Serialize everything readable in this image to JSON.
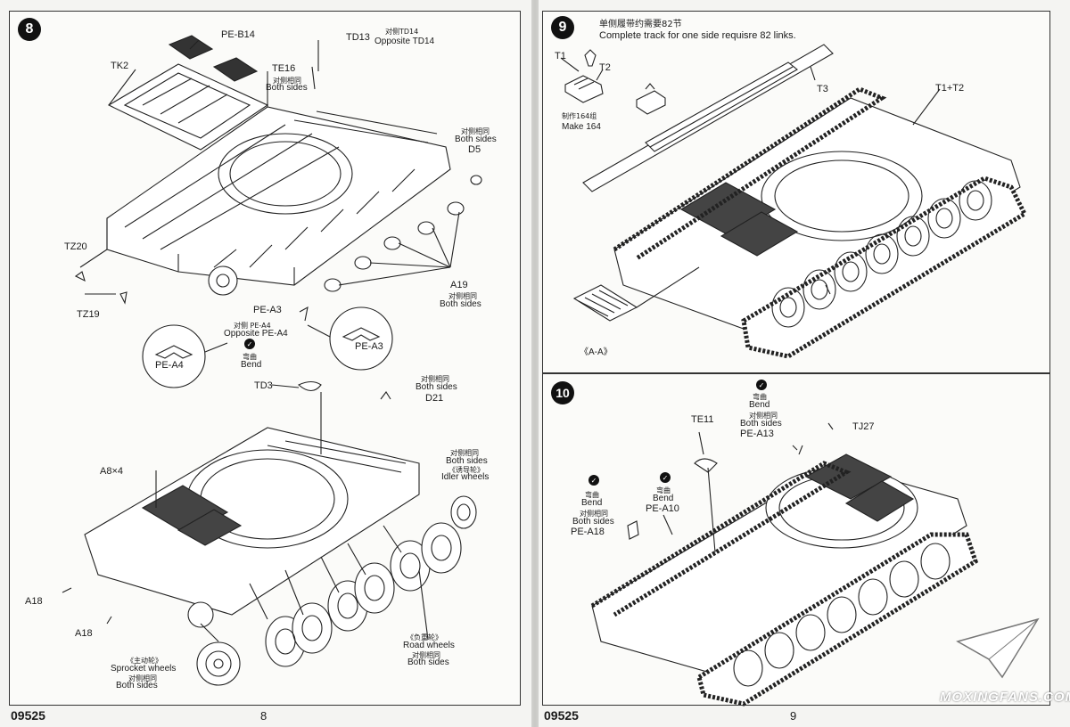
{
  "pages": {
    "left": {
      "code": "09525",
      "number": "8"
    },
    "right": {
      "code": "09525",
      "number": "9"
    }
  },
  "step8": {
    "number": "8",
    "labels": {
      "pe_b14": "PE-B14",
      "tk2": "TK2",
      "td13": "TD13",
      "td14_cn": "对侧TD14",
      "td14": "Opposite TD14",
      "te16": "TE16",
      "te16_cn": "对侧相同",
      "te16_both": "Both sides",
      "d5_cn": "对侧相同",
      "d5_both": "Both sides",
      "d5": "D5",
      "tz20": "TZ20",
      "tz19": "TZ19",
      "a19": "A19",
      "a19_cn": "对侧相同",
      "a19_both": "Both sides",
      "pe_a3": "PE-A3",
      "pe_a4_cn": "对侧 PE-A4",
      "pe_a4_opp": "Opposite PE-A4",
      "bend_cn": "弯曲",
      "bend": "Bend",
      "pe_a4": "PE-A4",
      "pe_a3_b": "PE-A3",
      "td3": "TD3",
      "d21_cn": "对侧相同",
      "d21_both": "Both sides",
      "d21": "D21",
      "a8x4": "A8×4",
      "idler_cn1": "对侧相同",
      "idler_both": "Both sides",
      "idler_cn2": "《诱导轮》",
      "idler": "Idler wheels",
      "a18_1": "A18",
      "a18_2": "A18",
      "sprocket_cn": "《主动轮》",
      "sprocket": "Sprocket wheels",
      "sprocket_cn2": "对侧相同",
      "sprocket_both": "Both sides",
      "road_cn": "《负重轮》",
      "road": "Road  wheels",
      "road_cn2": "对侧相同",
      "road_both": "Both sides"
    }
  },
  "step9": {
    "number": "9",
    "title_cn": "单侧履带约需要82节",
    "title": "Complete track for one side requisre 82 links.",
    "labels": {
      "t1": "T1",
      "t2": "T2",
      "t3": "T3",
      "t1t2": "T1+T2",
      "make_cn": "制作164组",
      "make": "Make 164",
      "aa": "《A-A》"
    }
  },
  "step10": {
    "number": "10",
    "labels": {
      "bend_cn_1": "弯曲",
      "bend_1": "Bend",
      "both_cn_1": "对侧相同",
      "both_1": "Both sides",
      "pe_a13": "PE-A13",
      "te11": "TE11",
      "tj27": "TJ27",
      "bend_cn_2": "弯曲",
      "bend_2": "Bend",
      "pe_a10": "PE-A10",
      "bend_cn_3": "弯曲",
      "bend_3": "Bend",
      "both_cn_3": "对侧相同",
      "both_3": "Both sides",
      "pe_a18": "PE-A18"
    }
  },
  "watermark": "MOXINGFANS.COM",
  "icons": {
    "bend": "bend-check-icon",
    "logo": "paper-plane-logo-icon"
  }
}
